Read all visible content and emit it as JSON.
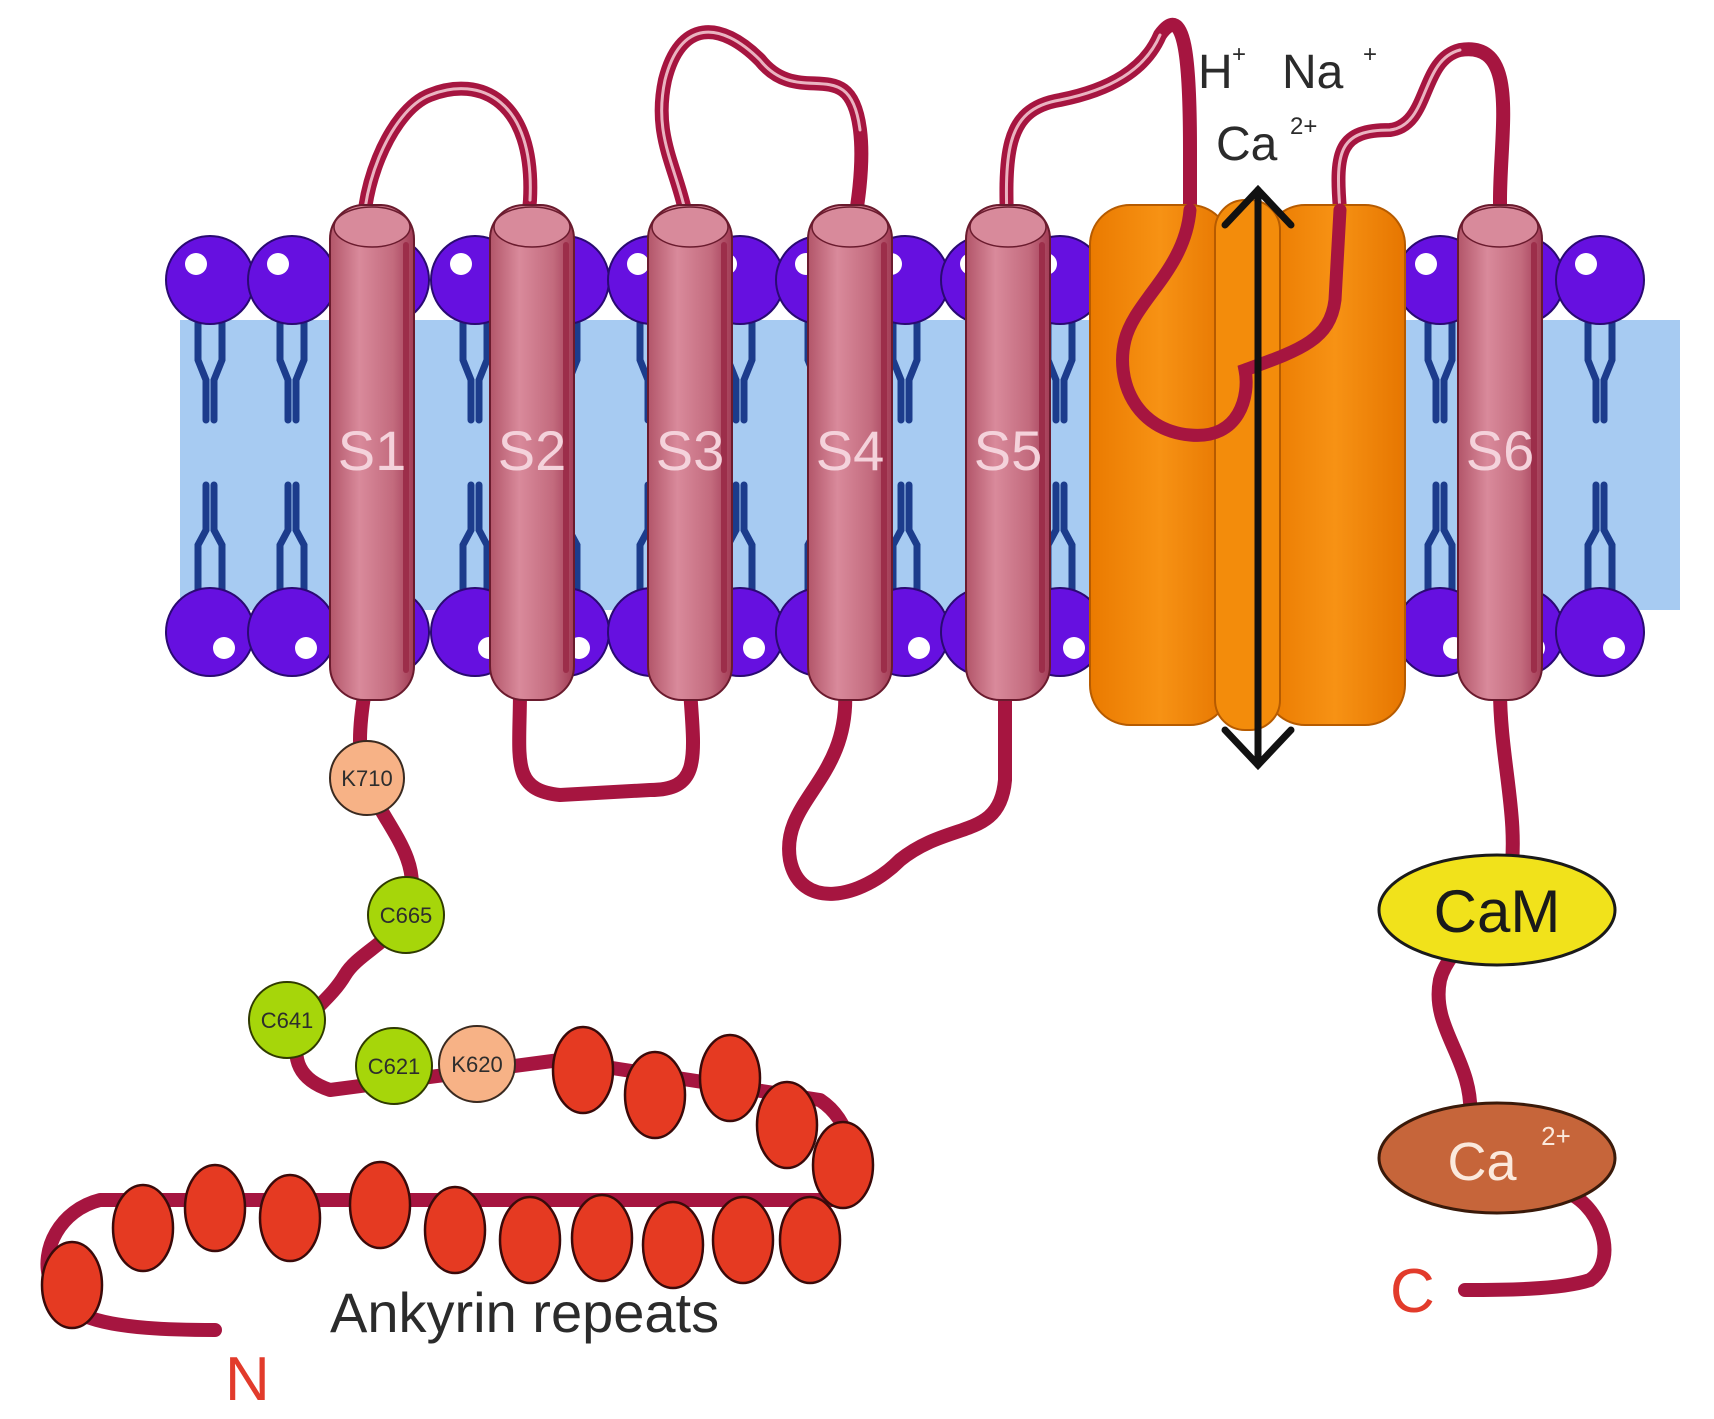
{
  "diagram": {
    "helices": [
      "S1",
      "S2",
      "S3",
      "S4",
      "S5",
      "S6"
    ],
    "residues": {
      "k710": "K710",
      "c665": "C665",
      "c641": "C641",
      "c621": "C621",
      "k620": "K620"
    },
    "ankyrin_label": "Ankyrin repeats",
    "n_terminus": "N",
    "c_terminus": "C",
    "ions": {
      "h": "H",
      "h_charge": "+",
      "na": "Na",
      "na_charge": "+",
      "ca": "Ca",
      "ca_charge": "2+"
    },
    "cam_label": "CaM",
    "calcium_label": "Ca",
    "calcium_charge": "2+",
    "colors": {
      "membrane": "#a7cbf2",
      "lipid_head": "#6610e0",
      "lipid_tail": "#1c3c8c",
      "helix": "#c76f82",
      "chain": "#a61540",
      "pore": "#f08300",
      "ankyrin": "#e53a22",
      "cysteine": "#a6d60a",
      "lysine": "#f7b286",
      "cam": "#f1e21b",
      "calcium": "#c6653a",
      "terminus_text": "#e23b2b"
    }
  }
}
